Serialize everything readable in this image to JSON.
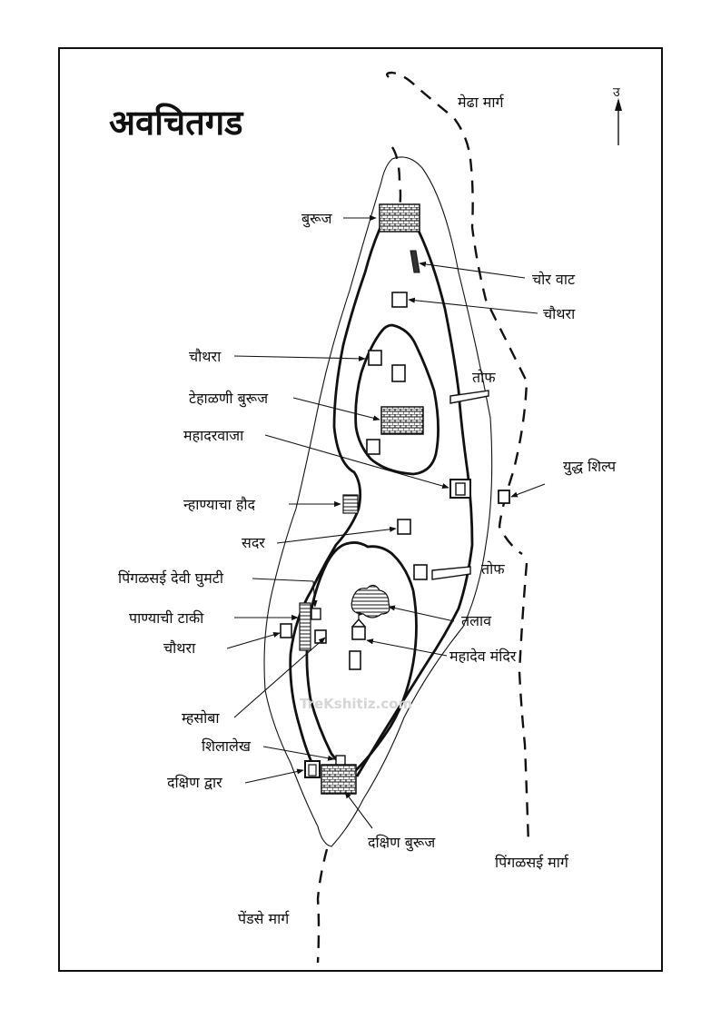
{
  "map": {
    "title": "अवचितगड",
    "compass_label": "उ",
    "watermark": "TreKshitiz.com",
    "routes": {
      "medha": "मेढा मार्ग",
      "pingalsai": "पिंगळसई मार्ग",
      "pendse": "पेंडसे मार्ग"
    },
    "labels": {
      "buruj": "बुरूज",
      "chor_vat": "चोर वाट",
      "chauthara_right": "चौथरा",
      "chauthara_left": "चौथरा",
      "tof_upper": "तोफ",
      "tehalani_buruj": "टेहाळणी बुरूज",
      "mahadarwaja": "महादरवाजा",
      "yuddha_shilpa": "युद्ध शिल्प",
      "nhanyacha_haud": "न्हाण्याचा हौद",
      "sadar": "सदर",
      "pingalsai_devi_ghumati": "पिंगळसई देवी घुमटी",
      "tof_lower": "तोफ",
      "panyachi_taki": "पाण्याची टाकी",
      "talav": "तलाव",
      "chauthara_lower": "चौथरा",
      "mahadev_mandir": "महादेव मंदिर",
      "mhasoba": "म्हसोबा",
      "shilalekh": "शिलालेख",
      "dakshin_dwar": "दक्षिण द्वार",
      "dakshin_buruj": "दक्षिण बुरूज"
    }
  }
}
